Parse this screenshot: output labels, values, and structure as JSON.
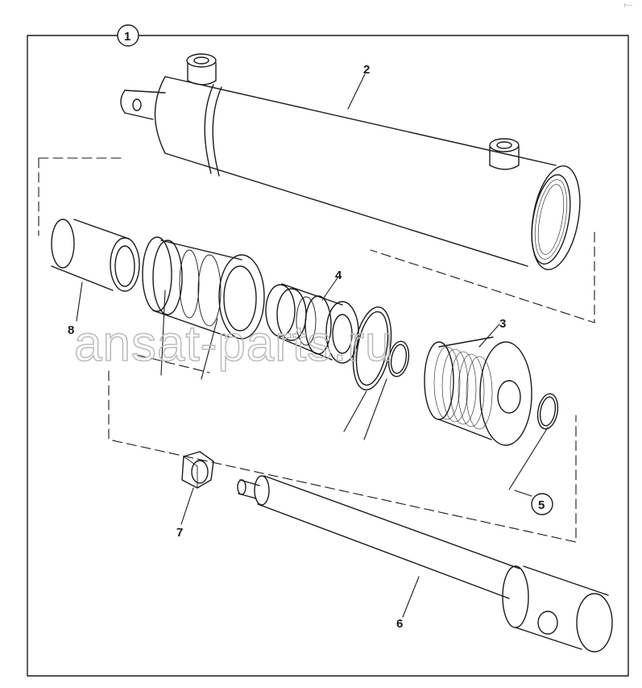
{
  "corner_mark": "r—",
  "callouts": {
    "c1": "1",
    "c2": "2",
    "c3": "3",
    "c4": "4",
    "c5": "5",
    "c6": "6",
    "c7": "7",
    "c8": "8"
  },
  "watermark": "ansat-parts.ru",
  "colors": {
    "line": "#1a1a1a",
    "background": "#ffffff",
    "watermark": "#bdbdbd"
  }
}
